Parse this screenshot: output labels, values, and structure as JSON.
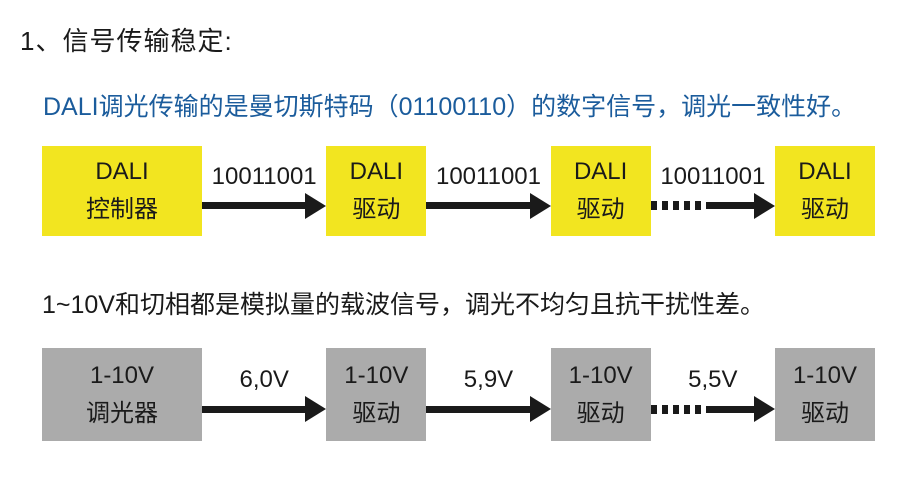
{
  "page": {
    "title": "1、信号传输稳定:"
  },
  "colors": {
    "dali_box": "#F2E520",
    "analog_box": "#ABABAB",
    "dali_text": "#1B5C9C",
    "analog_text": "#1A1A1A",
    "arrow": "#1A1A1A"
  },
  "dali": {
    "description": "DALI调光传输的是曼切斯特码（01100110）的数字信号，调光一致性好。",
    "boxes": [
      {
        "line1": "DALI",
        "line2": "控制器"
      },
      {
        "line1": "DALI",
        "line2": "驱动"
      },
      {
        "line1": "DALI",
        "line2": "驱动"
      },
      {
        "line1": "DALI",
        "line2": "驱动"
      }
    ],
    "arrows": [
      {
        "label": "10011001",
        "style": "solid"
      },
      {
        "label": "10011001",
        "style": "solid"
      },
      {
        "label": "10011001",
        "style": "dashed"
      }
    ]
  },
  "analog": {
    "description": "1~10V和切相都是模拟量的载波信号，调光不均匀且抗干扰性差。",
    "boxes": [
      {
        "line1": "1-10V",
        "line2": "调光器"
      },
      {
        "line1": "1-10V",
        "line2": "驱动"
      },
      {
        "line1": "1-10V",
        "line2": "驱动"
      },
      {
        "line1": "1-10V",
        "line2": "驱动"
      }
    ],
    "arrows": [
      {
        "label": "6,0V",
        "style": "solid"
      },
      {
        "label": "5,9V",
        "style": "solid"
      },
      {
        "label": "5,5V",
        "style": "dashed"
      }
    ]
  }
}
